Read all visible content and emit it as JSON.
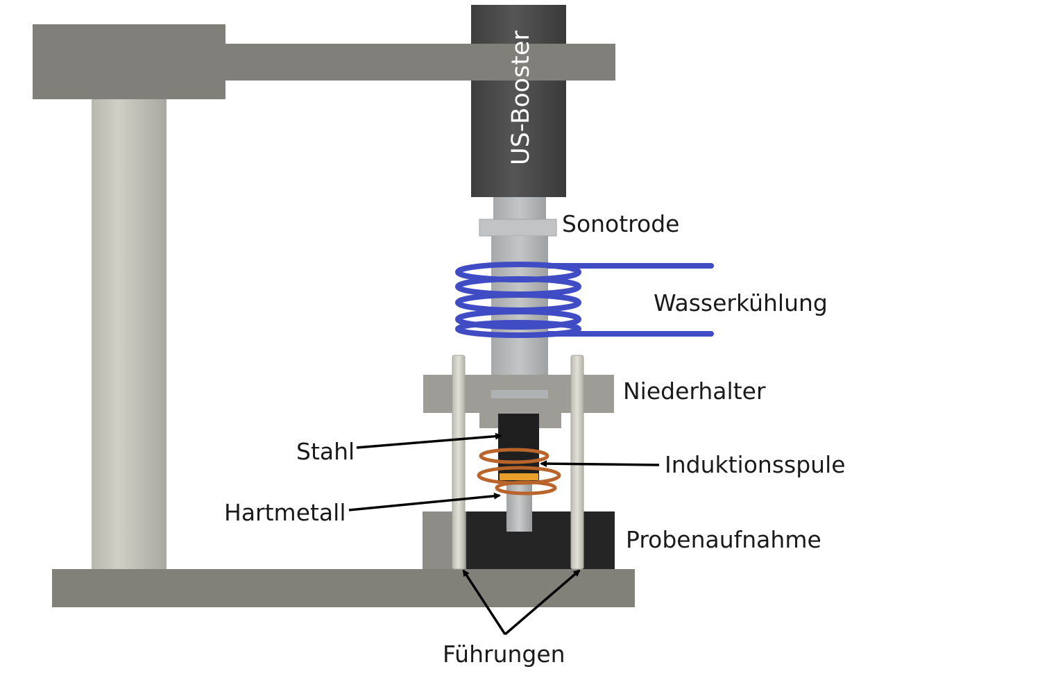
{
  "labels": {
    "us_booster": "US-Booster",
    "sonotrode": "Sonotrode",
    "wasserkuehlung": "Wasserkühlung",
    "niederhalter": "Niederhalter",
    "stahl": "Stahl",
    "induktionsspule": "Induktionsspule",
    "hartmetall": "Hartmetall",
    "probenaufnahme": "Probenaufnahme",
    "fuehrungen": "Führungen"
  },
  "colors": {
    "frame": "#807f79",
    "column": "#c4c3bb",
    "booster": "#4a4a4a",
    "sonotrode": "#b5b6b8",
    "cooling_coil": "#3f4cc4",
    "induction_coil": "#b8642a",
    "steel": "#1f1f1f",
    "hard_metal": "#b7b8b9",
    "holder": "#9d9c96",
    "specimen_mount": "#252525",
    "guides": "#d3d2c8",
    "arrows": "#000000"
  }
}
